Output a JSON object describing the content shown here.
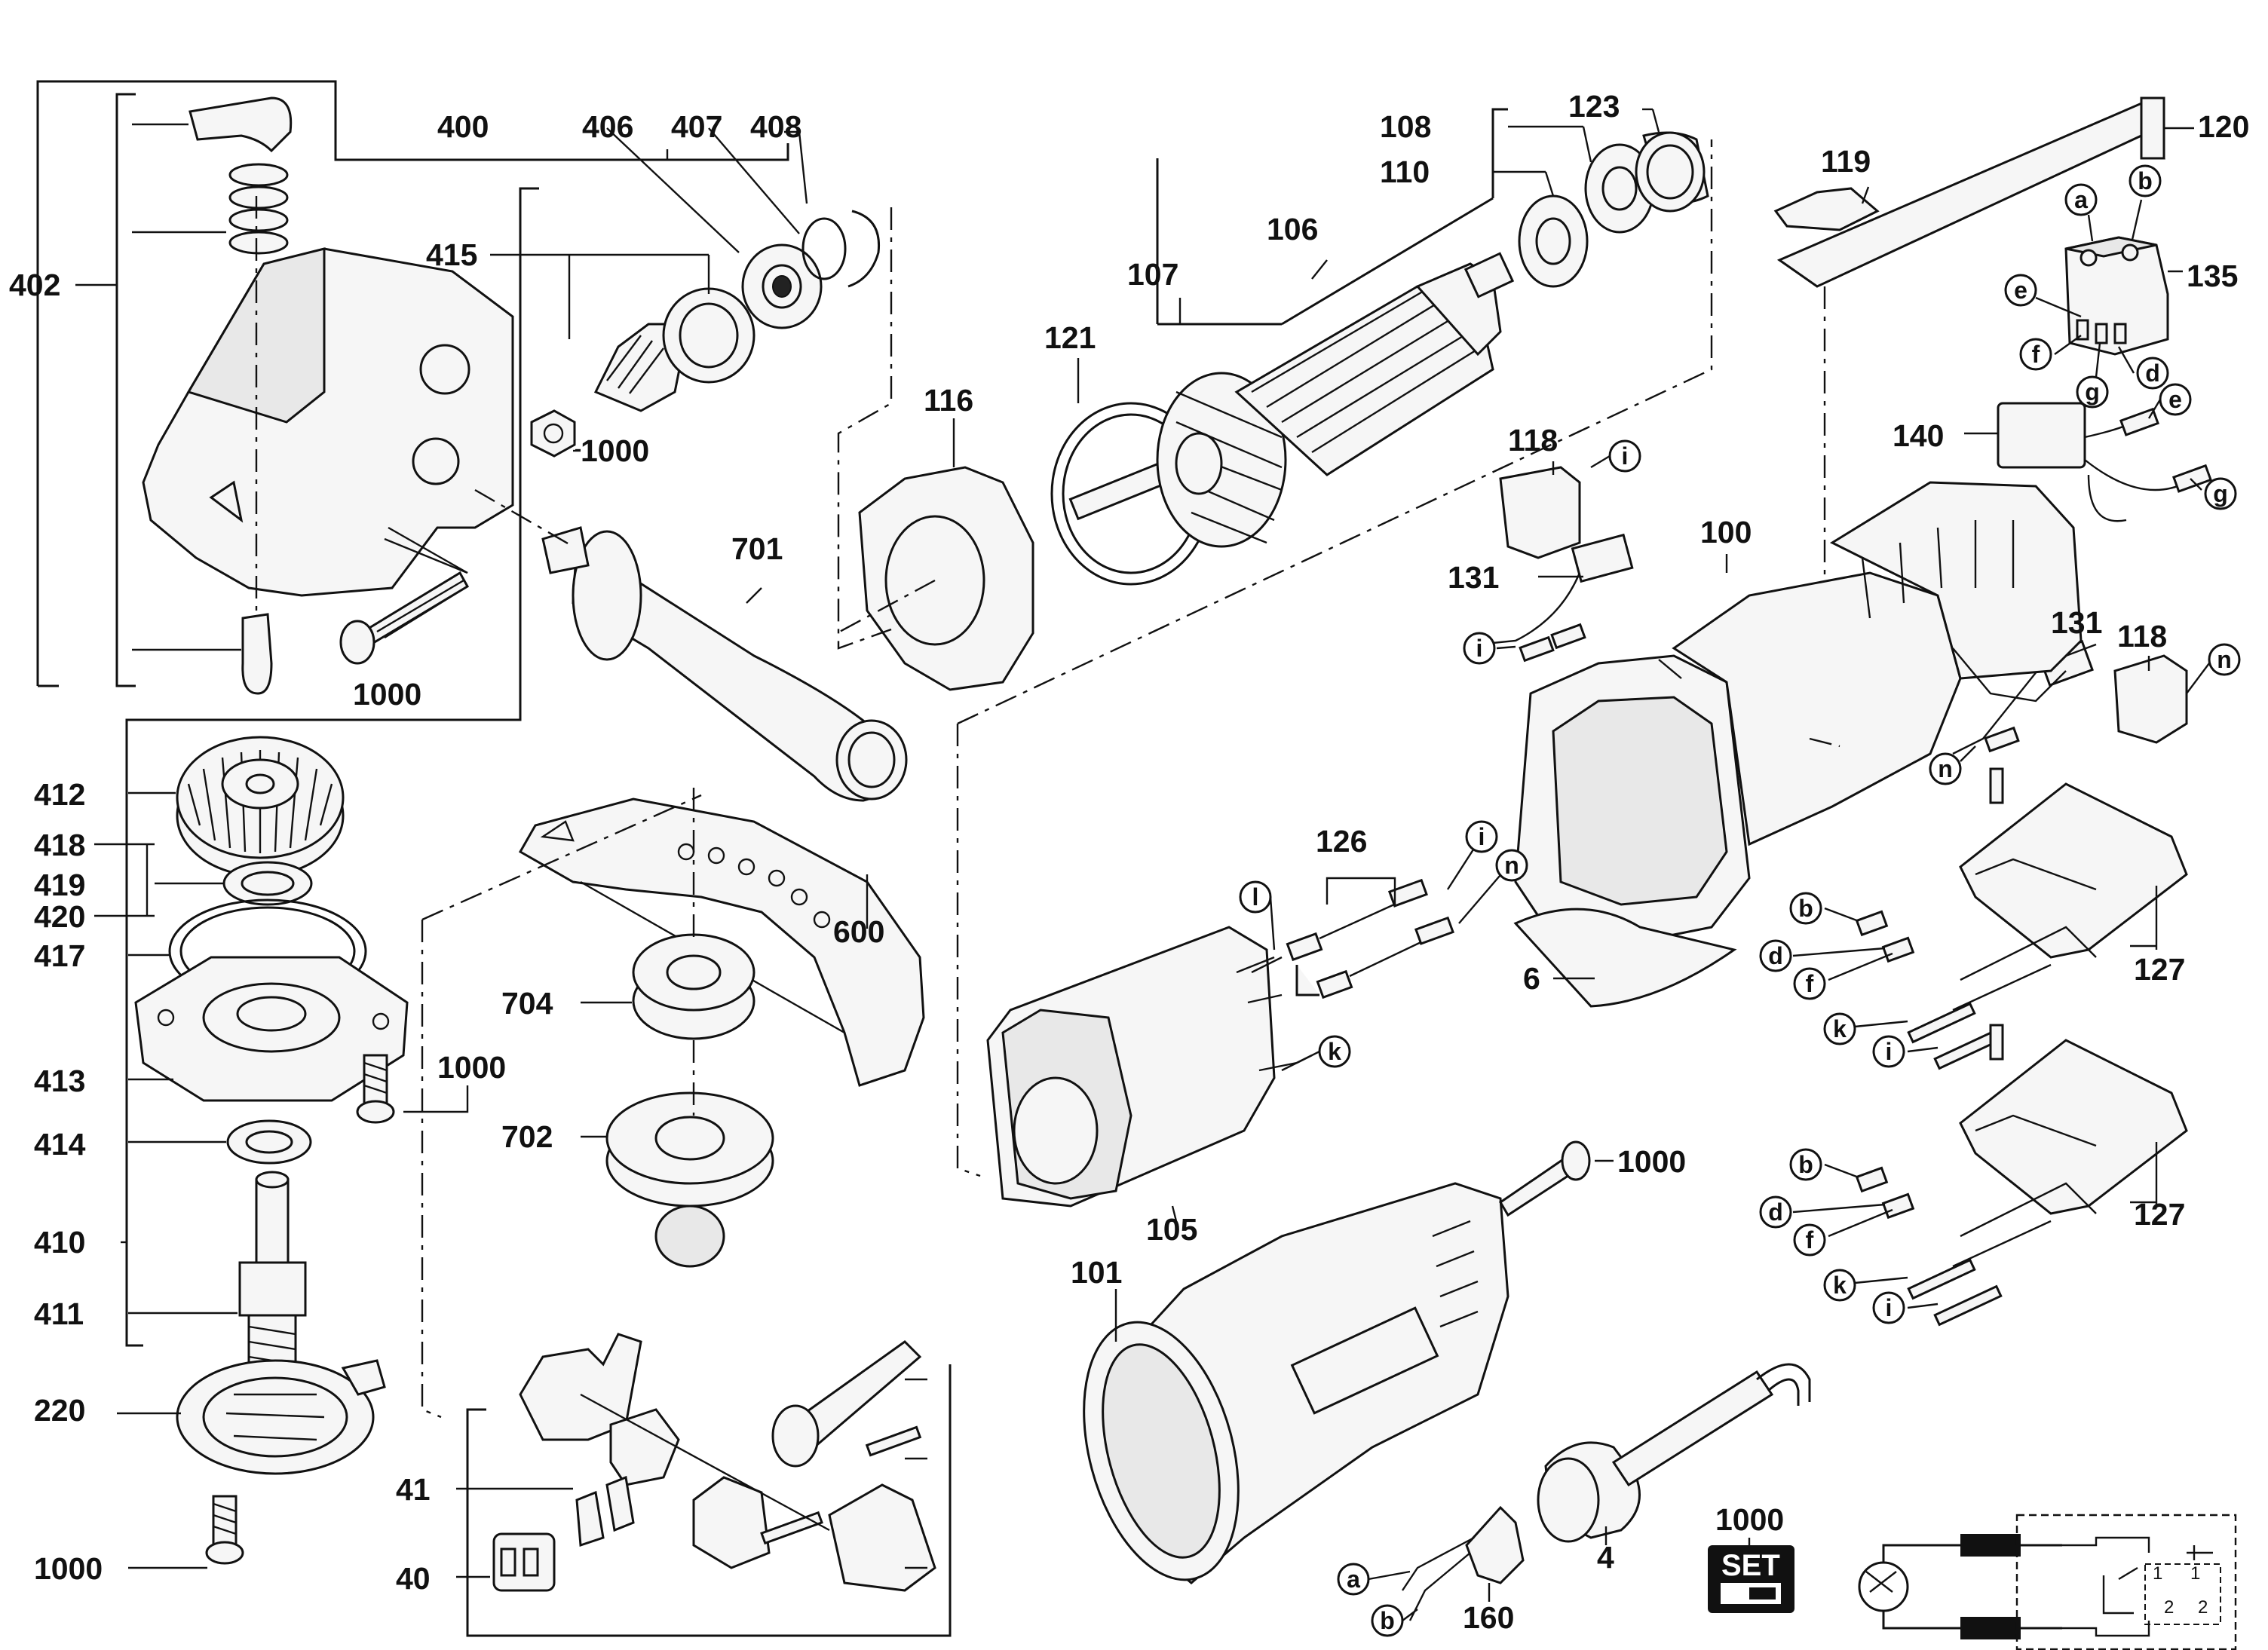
{
  "labels": {
    "p400": "400",
    "p406": "406",
    "p407": "407",
    "p408": "408",
    "p402": "402",
    "p415": "415",
    "p1000a": "1000",
    "p1000b": "1000",
    "p701": "701",
    "p116": "116",
    "p121": "121",
    "p107": "107",
    "p106": "106",
    "p108": "108",
    "p110": "110",
    "p123": "123",
    "p119": "119",
    "p120": "120",
    "p135": "135",
    "p140": "140",
    "p118a": "118",
    "p131a": "131",
    "p100": "100",
    "p131b": "131",
    "p118b": "118",
    "p126": "126",
    "p600": "600",
    "p412": "412",
    "p418": "418",
    "p419": "419",
    "p420": "420",
    "p417": "417",
    "p704": "704",
    "p413": "413",
    "p1000c": "1000",
    "p414": "414",
    "p702": "702",
    "p410": "410",
    "p411": "411",
    "p220": "220",
    "p1000d": "1000",
    "p41": "41",
    "p40": "40",
    "p105": "105",
    "p101": "101",
    "p1000e": "1000",
    "p6": "6",
    "p127a": "127",
    "p127b": "127",
    "p160": "160",
    "p4": "4",
    "p1000set": "1000"
  },
  "letters": {
    "a1": "a",
    "b1": "b",
    "e1": "e",
    "f1": "f",
    "g1": "g",
    "d1": "d",
    "e2": "e",
    "g2": "g",
    "i1": "i",
    "i2": "i",
    "n1": "n",
    "n2": "n",
    "i3": "i",
    "n3": "n",
    "l1": "l",
    "k1": "k",
    "b2": "b",
    "d2": "d",
    "f2": "f",
    "k2": "k",
    "i4": "i",
    "b3": "b",
    "d3": "d",
    "f3": "f",
    "k3": "k",
    "i5": "i",
    "a2": "a",
    "b4": "b"
  },
  "set_badge": {
    "text": "SET"
  },
  "schematic": {
    "t1": "1",
    "t2": "1",
    "t3": "2",
    "t4": "2"
  }
}
